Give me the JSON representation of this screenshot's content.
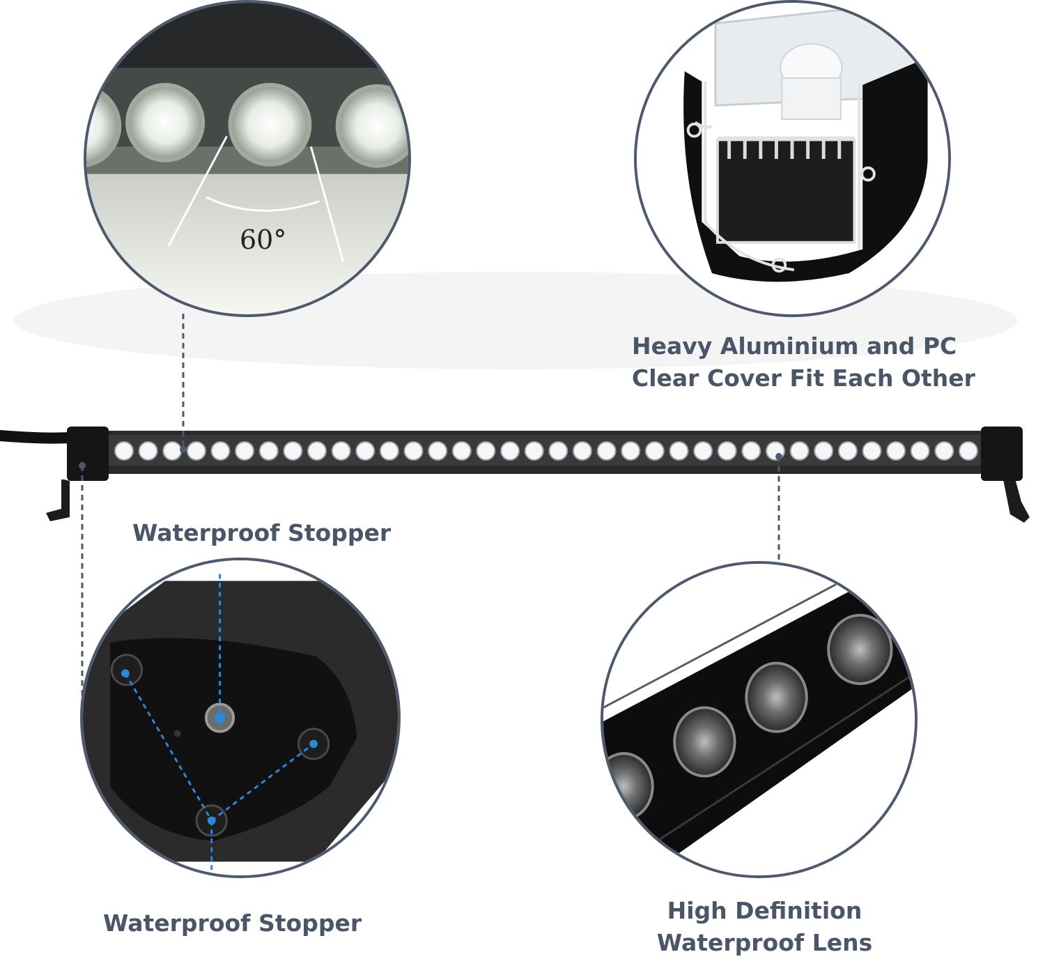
{
  "angle_label": "60°",
  "callouts": {
    "housing": {
      "line1": "Heavy Aluminium and PC",
      "line2": "Clear Cover Fit Each Other"
    },
    "stopper_top": "Waterproof Stopper",
    "stopper_bottom": "Waterproof Stopper",
    "lens": {
      "line1": "High Definition",
      "line2": "Waterproof Lens"
    }
  },
  "colors": {
    "label_text": "#4a5568",
    "circle_border": "#4d5a6e",
    "leader_gray": "#4d5a6e",
    "leader_blue": "#2f86d6",
    "bar_body": "#1a1a1a",
    "led": "#f4f6f8"
  }
}
